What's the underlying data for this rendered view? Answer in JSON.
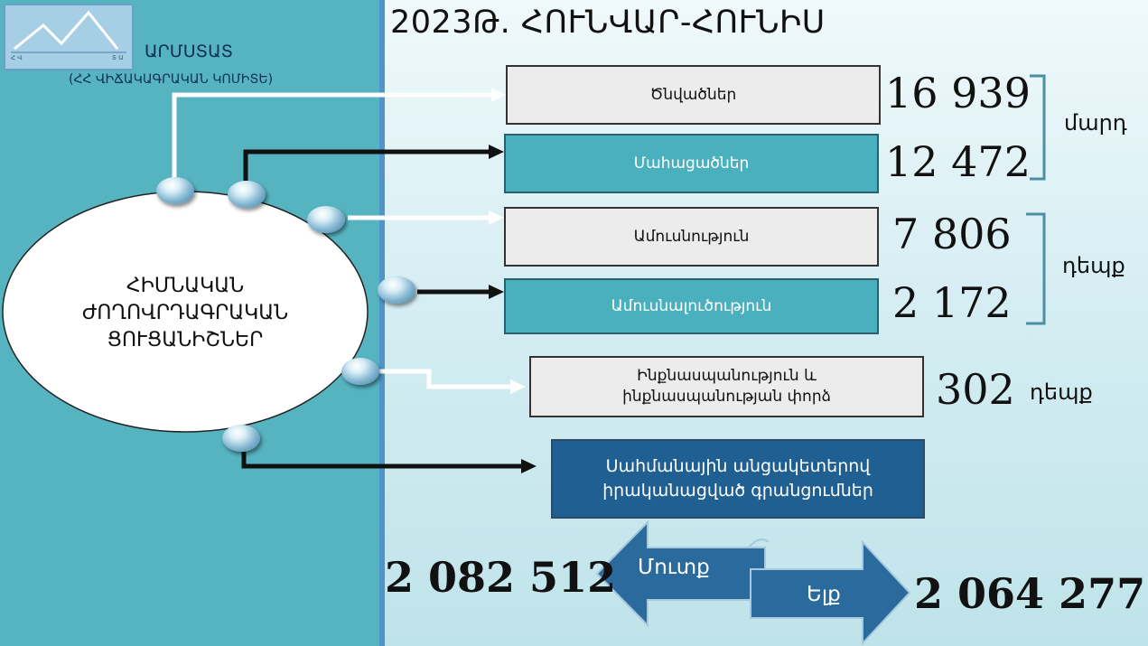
{
  "title": "2023Թ. ՀՈՒՆՎԱՐ-ՀՈՒՆԻՍ",
  "logo": {
    "name": "ԱՐՄՍՏԱՏ",
    "subtitle": "(ՀՀ ՎԻՃԱԿԱԳՐԱԿԱՆ ԿՈՄԻՏԵ)",
    "mark_left": "Հ Վ",
    "mark_right": "Տ Ա"
  },
  "center_ellipse": {
    "line1": "ՀԻՄՆԱԿԱՆ",
    "line2": "ԺՈՂՈՎՐԴԱԳՐԱԿԱՆ",
    "line3": "ՑՈՒՑԱՆԻՇՆԵՐ"
  },
  "indicators": {
    "births": {
      "label": "Ծնվածներ",
      "value": "16 939"
    },
    "deaths": {
      "label": "Մահացածներ",
      "value": "12 472"
    },
    "marriages": {
      "label": "Ամուսնություն",
      "value": "7 806"
    },
    "divorces": {
      "label": "Ամուսնալուծություն",
      "value": "2 172"
    },
    "suicide": {
      "label_line1": "Ինքնասպանություն և",
      "label_line2": "ինքնասպանության փորձ",
      "value": "302",
      "unit": "դեպք"
    }
  },
  "units": {
    "people": "մարդ",
    "cases": "դեպք"
  },
  "border": {
    "label_line1": "Սահմանային անցակետերով",
    "label_line2": "իրականացված գրանցումներ",
    "entry_label": "Մուտք",
    "exit_label": "Ելք",
    "entry_value": "2 082 512",
    "exit_value": "2 064 277"
  },
  "colors": {
    "left_panel": "#56b4c1",
    "teal_box": "#4ab0bd",
    "blue_box": "#1f5f92",
    "arrow_blue": "#2a6a9c"
  }
}
